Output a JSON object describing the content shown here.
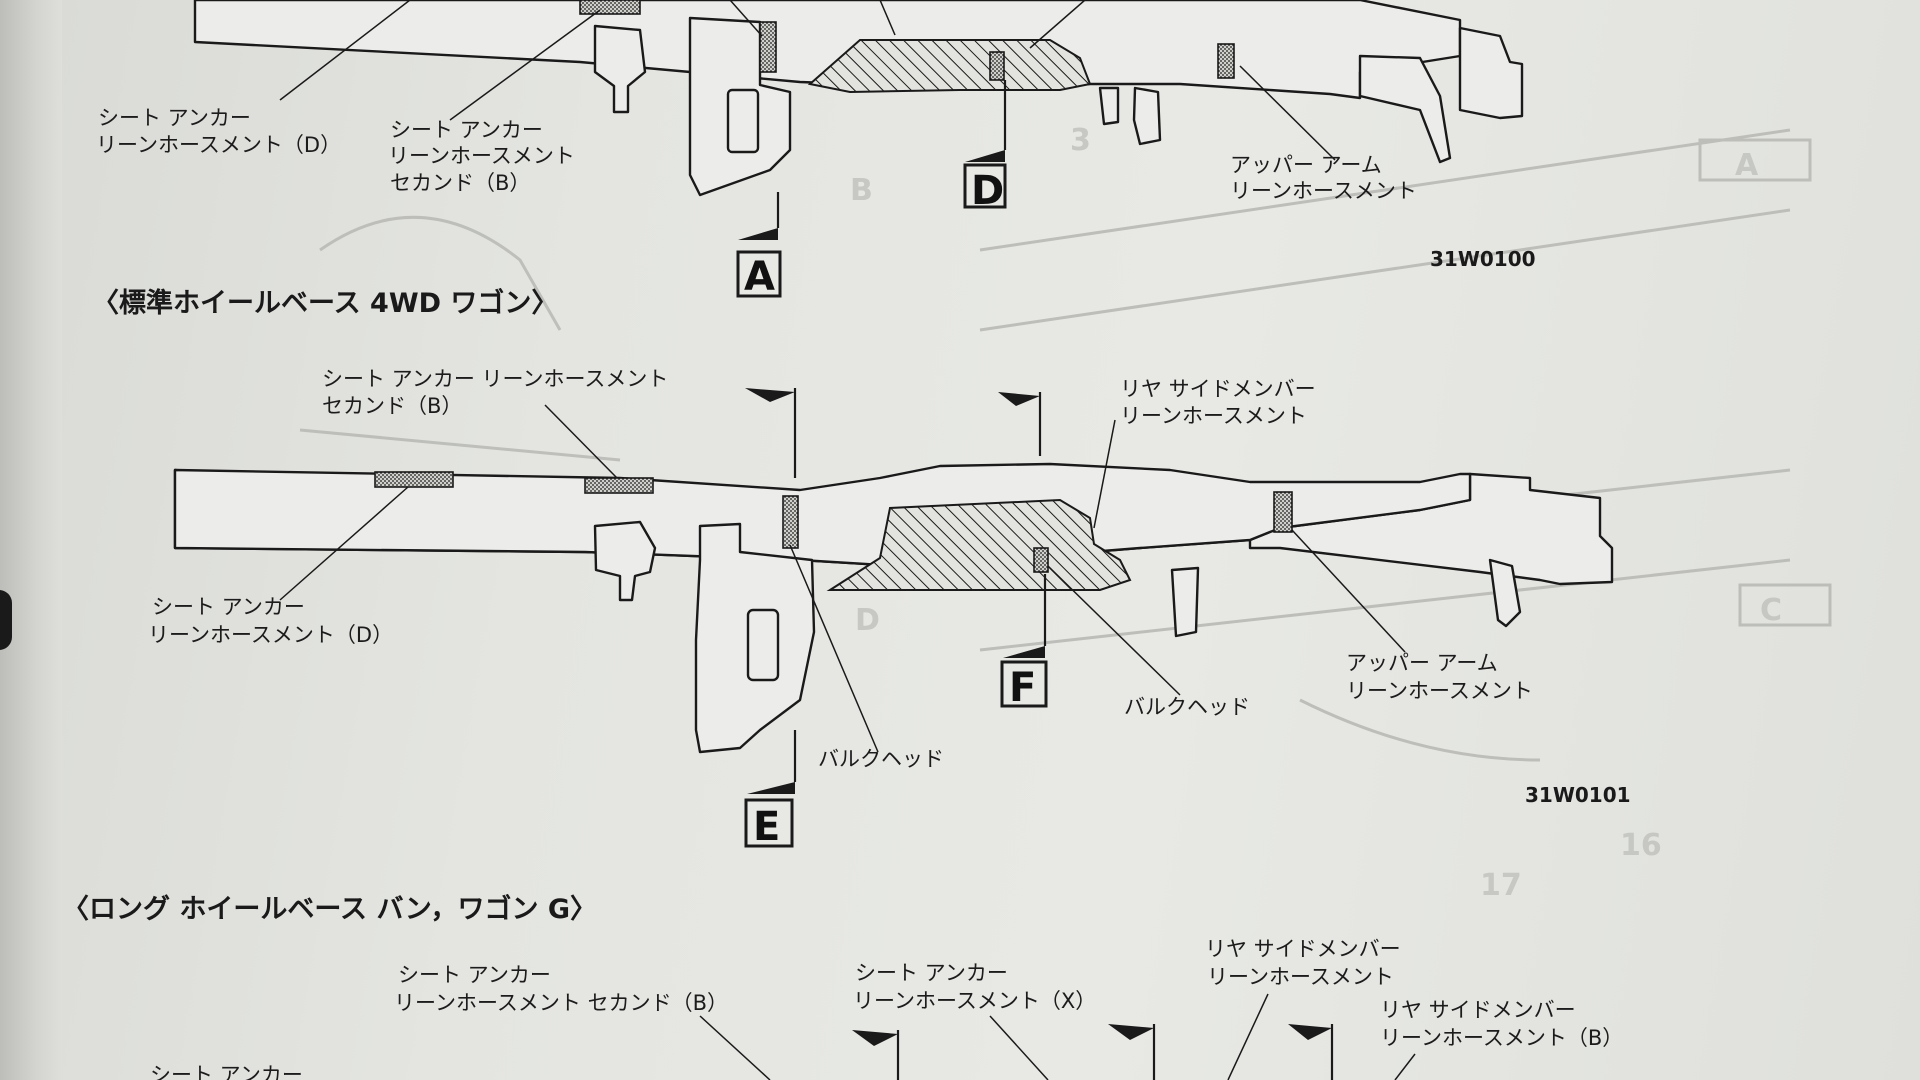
{
  "diagram_top": {
    "label_seat_anchor_d": [
      "シート アンカー",
      "リーンホースメント（D）"
    ],
    "label_seat_anchor_second_b": [
      "シート アンカー",
      "リーンホースメント",
      "セカンド（B）"
    ],
    "label_upper_arm": [
      "アッパー アーム",
      "リーンホースメント"
    ],
    "section_a": "A",
    "section_d": "D",
    "figure_code": "31W0100"
  },
  "section_header_4wd": "〈標準ホイールベース 4WD ワゴン〉",
  "diagram_mid": {
    "label_seat_anchor_second_b": [
      "シート アンカー リーンホースメント",
      "セカンド（B）"
    ],
    "label_seat_anchor_d": [
      "シート アンカー",
      "リーンホースメント（D）"
    ],
    "label_rear_side_member": [
      "リヤ サイドメンバー",
      "リーンホースメント"
    ],
    "label_bulkhead_left": "バルクヘッド",
    "label_bulkhead_right": "バルクヘッド",
    "label_upper_arm": [
      "アッパー アーム",
      "リーンホースメント"
    ],
    "section_e": "E",
    "section_f": "F",
    "figure_code": "31W0101"
  },
  "section_header_long": "〈ロング ホイールベース バン，ワゴン G〉",
  "diagram_bottom": {
    "label_seat_anchor_second_b": [
      "シート アンカー",
      "リーンホースメント セカンド（B）"
    ],
    "label_seat_anchor_x": [
      "シート アンカー",
      "リーンホースメント（X）"
    ],
    "label_rear_side_member": [
      "リヤ サイドメンバー",
      "リーンホースメント"
    ],
    "label_rear_side_member_b": [
      "リヤ サイドメンバー",
      "リーンホースメント（B）"
    ],
    "label_seat_anchor_partial": "シート アンカー"
  },
  "colors": {
    "paper": "#e6e7e3",
    "ink": "#1a1a1a"
  }
}
